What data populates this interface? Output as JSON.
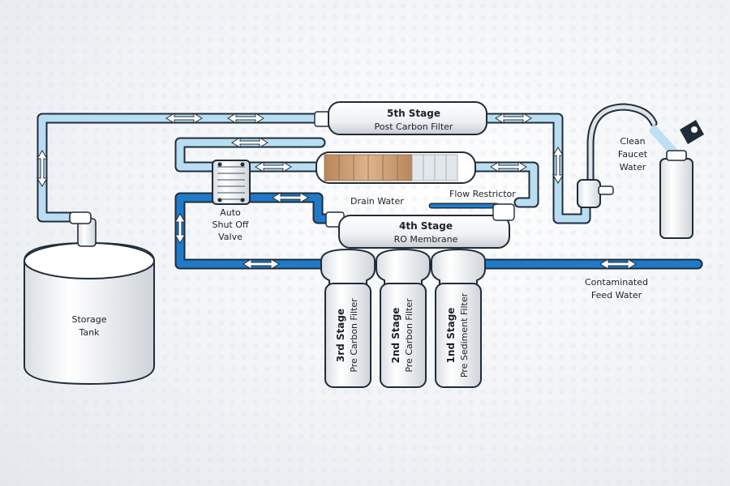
{
  "labels": {
    "stage5_title": "5th Stage",
    "stage5_sub": "Post Carbon Filter",
    "stage4_title": "4th Stage",
    "stage4_sub": "RO Membrane",
    "stage3_title": "3rd Stage",
    "stage3_sub": "Pre Carbon Filter",
    "stage2_title": "2nd Stage",
    "stage2_sub": "Pre Carbon Filter",
    "stage1_title": "1nd Stage",
    "stage1_sub": "Pre Sediment Filter",
    "storage_line1": "Storage",
    "storage_line2": "Tank",
    "valve_line1": "Auto",
    "valve_line2": "Shut Off",
    "valve_line3": "Valve",
    "drain_water": "Drain Water",
    "flow_restrictor": "Flow Restrictor",
    "faucet_line1": "Clean",
    "faucet_line2": "Faucet",
    "faucet_line3": "Water",
    "feed_line1": "Contaminated",
    "feed_line2": "Feed Water"
  },
  "colors": {
    "clean_water": "#b9def3",
    "feed_water": "#1f7bc9",
    "outline": "#1f2d3a",
    "housing": "#f4f6f8",
    "membrane_brown": "#c9a57a"
  }
}
